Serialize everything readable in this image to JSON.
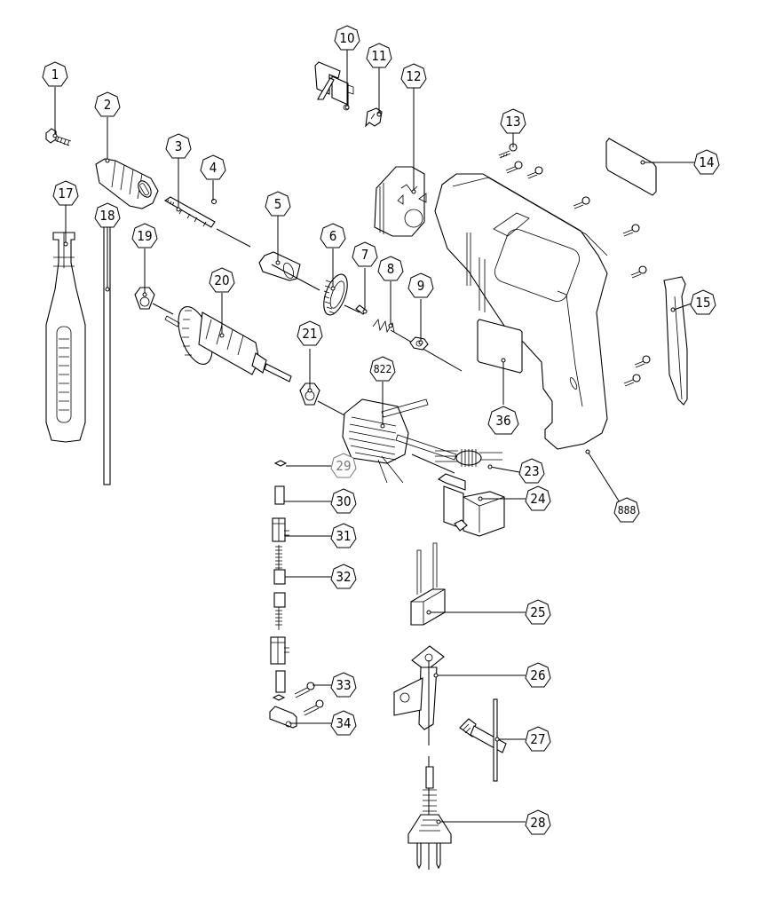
{
  "title": "Exploded parts diagram - electric impact drill",
  "parts": [
    {
      "id": "p1",
      "label": "1",
      "name": "chuck-screw"
    },
    {
      "id": "p2",
      "label": "2",
      "name": "keyed-chuck"
    },
    {
      "id": "p3",
      "label": "3",
      "name": "output-spindle"
    },
    {
      "id": "p4",
      "label": "4",
      "name": "steel-ball"
    },
    {
      "id": "p5",
      "label": "5",
      "name": "bearing-sleeve"
    },
    {
      "id": "p6",
      "label": "6",
      "name": "gear"
    },
    {
      "id": "p7",
      "label": "7",
      "name": "pin"
    },
    {
      "id": "p8",
      "label": "8",
      "name": "spring"
    },
    {
      "id": "p9",
      "label": "9",
      "name": "bearing"
    },
    {
      "id": "p10",
      "label": "10",
      "name": "hammer-lever"
    },
    {
      "id": "p11",
      "label": "11",
      "name": "switch-clip"
    },
    {
      "id": "p12",
      "label": "12",
      "name": "gear-housing-plate"
    },
    {
      "id": "p13",
      "label": "13",
      "name": "housing-screws"
    },
    {
      "id": "p14",
      "label": "14",
      "name": "top-label-plate"
    },
    {
      "id": "p15",
      "label": "15",
      "name": "handle-cover"
    },
    {
      "id": "p17",
      "label": "17",
      "name": "auxiliary-handle"
    },
    {
      "id": "p18",
      "label": "18",
      "name": "depth-rod"
    },
    {
      "id": "p19",
      "label": "19",
      "name": "front-bearing"
    },
    {
      "id": "p20",
      "label": "20",
      "name": "armature"
    },
    {
      "id": "p21",
      "label": "21",
      "name": "rear-bearing"
    },
    {
      "id": "p822",
      "label": "822",
      "name": "stator"
    },
    {
      "id": "p23",
      "label": "23",
      "name": "inductor"
    },
    {
      "id": "p24",
      "label": "24",
      "name": "switch"
    },
    {
      "id": "p25",
      "label": "25",
      "name": "capacitor"
    },
    {
      "id": "p26",
      "label": "26",
      "name": "cord-guard"
    },
    {
      "id": "p27",
      "label": "27",
      "name": "chuck-key"
    },
    {
      "id": "p28",
      "label": "28",
      "name": "power-cord-plug"
    },
    {
      "id": "p29",
      "label": "29",
      "name": "brush-spacer"
    },
    {
      "id": "p30",
      "label": "30",
      "name": "brush-sleeve"
    },
    {
      "id": "p31",
      "label": "31",
      "name": "brush-holder"
    },
    {
      "id": "p32",
      "label": "32",
      "name": "carbon-brush"
    },
    {
      "id": "p33",
      "label": "33",
      "name": "brush-holder-screws"
    },
    {
      "id": "p34",
      "label": "34",
      "name": "brush-clamp"
    },
    {
      "id": "p36",
      "label": "36",
      "name": "side-label"
    },
    {
      "id": "p888",
      "label": "888",
      "name": "housing"
    }
  ],
  "colors": {
    "line": "#000000",
    "background": "#ffffff",
    "faded": "#777777"
  }
}
